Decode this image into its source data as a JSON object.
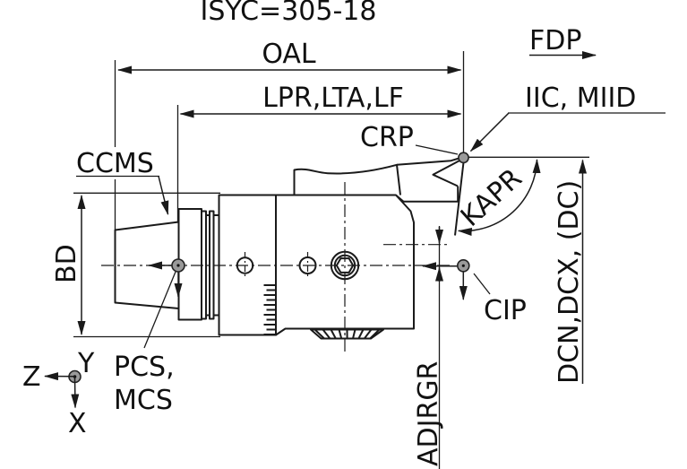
{
  "drawing": {
    "title": "ISYC=305-18",
    "dimensions": {
      "oal": "OAL",
      "lpr": "LPR,LTA,LF",
      "bd": "BD",
      "dcn": "DCN,DCX, (DC)",
      "kapr": "KAPR",
      "adjrgr": "ADJRGR"
    },
    "points": {
      "fdp": "FDP",
      "iic": "IIC, MIID",
      "crp": "CRP",
      "ccms": "CCMS",
      "cip": "CIP",
      "pcs_line1": "PCS,",
      "pcs_line2": "MCS"
    },
    "axes": {
      "z": "Z",
      "y": "Y",
      "x": "X"
    },
    "colors": {
      "line": "#1a1a1a",
      "text": "#111111",
      "marker_fill": "#9a9a9a",
      "background": "#ffffff"
    }
  }
}
